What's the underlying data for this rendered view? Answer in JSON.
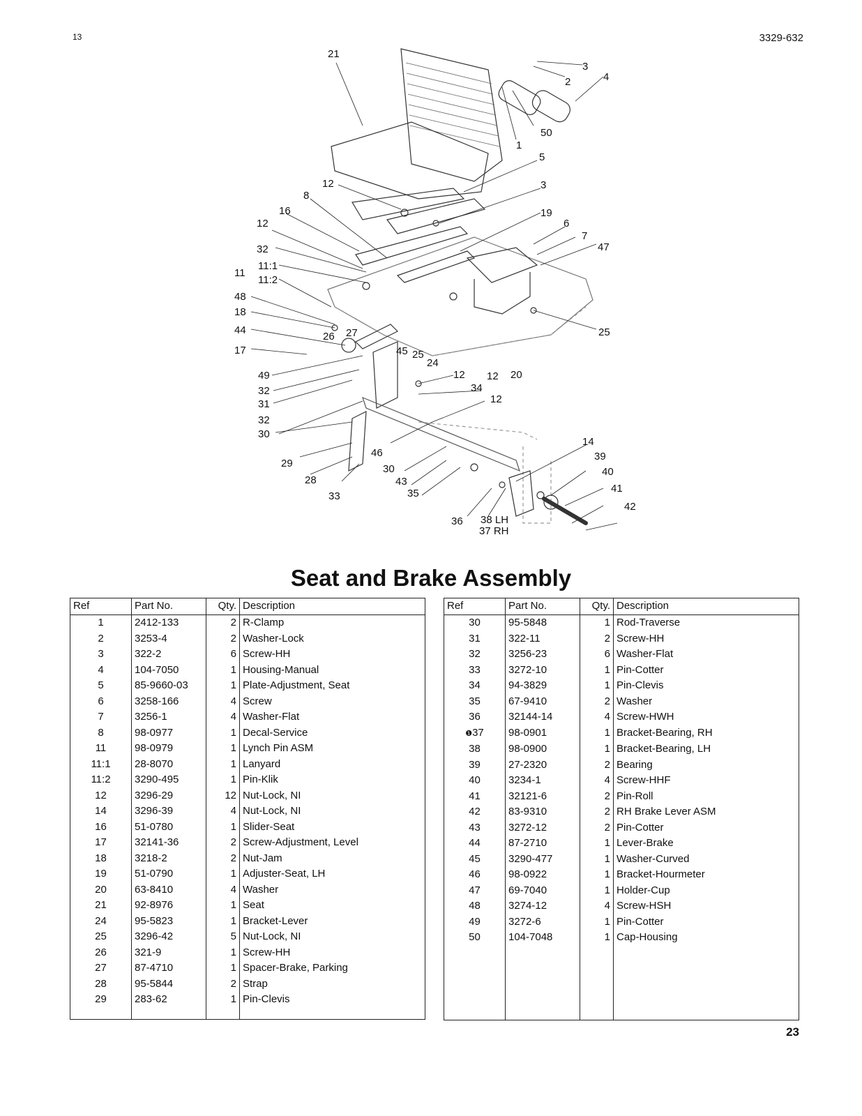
{
  "header": {
    "page_code": "13",
    "doc_number": "3329-632"
  },
  "title": "Seat and Brake Assembly",
  "columns": {
    "ref": "Ref",
    "part": "Part No.",
    "qty": "Qty.",
    "desc": "Description"
  },
  "left_table": [
    {
      "ref": "1",
      "part": "2412-133",
      "qty": "2",
      "desc": "R-Clamp"
    },
    {
      "ref": "2",
      "part": "3253-4",
      "qty": "2",
      "desc": "Washer-Lock"
    },
    {
      "ref": "3",
      "part": "322-2",
      "qty": "6",
      "desc": "Screw-HH"
    },
    {
      "ref": "4",
      "part": "104-7050",
      "qty": "1",
      "desc": "Housing-Manual"
    },
    {
      "ref": "5",
      "part": "85-9660-03",
      "qty": "1",
      "desc": "Plate-Adjustment, Seat"
    },
    {
      "ref": "6",
      "part": "3258-166",
      "qty": "4",
      "desc": "Screw"
    },
    {
      "ref": "7",
      "part": "3256-1",
      "qty": "4",
      "desc": "Washer-Flat"
    },
    {
      "ref": "8",
      "part": "98-0977",
      "qty": "1",
      "desc": "Decal-Service"
    },
    {
      "ref": "11",
      "part": "98-0979",
      "qty": "1",
      "desc": "Lynch Pin ASM"
    },
    {
      "ref": "11:1",
      "part": "28-8070",
      "qty": "1",
      "desc": "Lanyard"
    },
    {
      "ref": "11:2",
      "part": "3290-495",
      "qty": "1",
      "desc": "Pin-Klik"
    },
    {
      "ref": "12",
      "part": "3296-29",
      "qty": "12",
      "desc": "Nut-Lock, NI"
    },
    {
      "ref": "14",
      "part": "3296-39",
      "qty": "4",
      "desc": "Nut-Lock, NI"
    },
    {
      "ref": "16",
      "part": "51-0780",
      "qty": "1",
      "desc": "Slider-Seat"
    },
    {
      "ref": "17",
      "part": "32141-36",
      "qty": "2",
      "desc": "Screw-Adjustment, Level"
    },
    {
      "ref": "18",
      "part": "3218-2",
      "qty": "2",
      "desc": "Nut-Jam"
    },
    {
      "ref": "19",
      "part": "51-0790",
      "qty": "1",
      "desc": "Adjuster-Seat, LH"
    },
    {
      "ref": "20",
      "part": "63-8410",
      "qty": "4",
      "desc": "Washer"
    },
    {
      "ref": "21",
      "part": "92-8976",
      "qty": "1",
      "desc": "Seat"
    },
    {
      "ref": "24",
      "part": "95-5823",
      "qty": "1",
      "desc": "Bracket-Lever"
    },
    {
      "ref": "25",
      "part": "3296-42",
      "qty": "5",
      "desc": "Nut-Lock, NI"
    },
    {
      "ref": "26",
      "part": "321-9",
      "qty": "1",
      "desc": "Screw-HH"
    },
    {
      "ref": "27",
      "part": "87-4710",
      "qty": "1",
      "desc": "Spacer-Brake, Parking"
    },
    {
      "ref": "28",
      "part": "95-5844",
      "qty": "2",
      "desc": "Strap"
    },
    {
      "ref": "29",
      "part": "283-62",
      "qty": "1",
      "desc": "Pin-Clevis"
    }
  ],
  "right_table": [
    {
      "ref": "30",
      "part": "95-5848",
      "qty": "1",
      "desc": "Rod-Traverse"
    },
    {
      "ref": "31",
      "part": "322-11",
      "qty": "2",
      "desc": "Screw-HH"
    },
    {
      "ref": "32",
      "part": "3256-23",
      "qty": "6",
      "desc": "Washer-Flat"
    },
    {
      "ref": "33",
      "part": "3272-10",
      "qty": "1",
      "desc": "Pin-Cotter"
    },
    {
      "ref": "34",
      "part": "94-3829",
      "qty": "1",
      "desc": "Pin-Clevis"
    },
    {
      "ref": "35",
      "part": "67-9410",
      "qty": "2",
      "desc": "Washer"
    },
    {
      "ref": "36",
      "part": "32144-14",
      "qty": "4",
      "desc": "Screw-HWH"
    },
    {
      "ref": "37",
      "note": "❶",
      "part": "98-0901",
      "qty": "1",
      "desc": "Bracket-Bearing, RH"
    },
    {
      "ref": "38",
      "part": "98-0900",
      "qty": "1",
      "desc": "Bracket-Bearing, LH"
    },
    {
      "ref": "39",
      "part": "27-2320",
      "qty": "2",
      "desc": "Bearing"
    },
    {
      "ref": "40",
      "part": "3234-1",
      "qty": "4",
      "desc": "Screw-HHF"
    },
    {
      "ref": "41",
      "part": "32121-6",
      "qty": "2",
      "desc": "Pin-Roll"
    },
    {
      "ref": "42",
      "part": "83-9310",
      "qty": "2",
      "desc": "RH Brake Lever ASM"
    },
    {
      "ref": "43",
      "part": "3272-12",
      "qty": "2",
      "desc": "Pin-Cotter"
    },
    {
      "ref": "44",
      "part": "87-2710",
      "qty": "1",
      "desc": "Lever-Brake"
    },
    {
      "ref": "45",
      "part": "3290-477",
      "qty": "1",
      "desc": "Washer-Curved"
    },
    {
      "ref": "46",
      "part": "98-0922",
      "qty": "1",
      "desc": "Bracket-Hourmeter"
    },
    {
      "ref": "47",
      "part": "69-7040",
      "qty": "1",
      "desc": "Holder-Cup"
    },
    {
      "ref": "48",
      "part": "3274-12",
      "qty": "4",
      "desc": "Screw-HSH"
    },
    {
      "ref": "49",
      "part": "3272-6",
      "qty": "1",
      "desc": "Pin-Cotter"
    },
    {
      "ref": "50",
      "part": "104-7048",
      "qty": "1",
      "desc": "Cap-Housing"
    }
  ],
  "diagram_callouts": [
    "21",
    "3",
    "2",
    "4",
    "50",
    "1",
    "5",
    "3",
    "12",
    "8",
    "16",
    "12",
    "19",
    "6",
    "7",
    "47",
    "32",
    "11",
    "11:1",
    "11:2",
    "48",
    "18",
    "44",
    "27",
    "26",
    "17",
    "45",
    "25",
    "24",
    "25",
    "49",
    "32",
    "31",
    "12",
    "12",
    "20",
    "34",
    "12",
    "32",
    "30",
    "14",
    "39",
    "40",
    "41",
    "42",
    "29",
    "46",
    "28",
    "30",
    "43",
    "33",
    "35",
    "36",
    "38 LH",
    "37 RH"
  ],
  "page_number": "23"
}
